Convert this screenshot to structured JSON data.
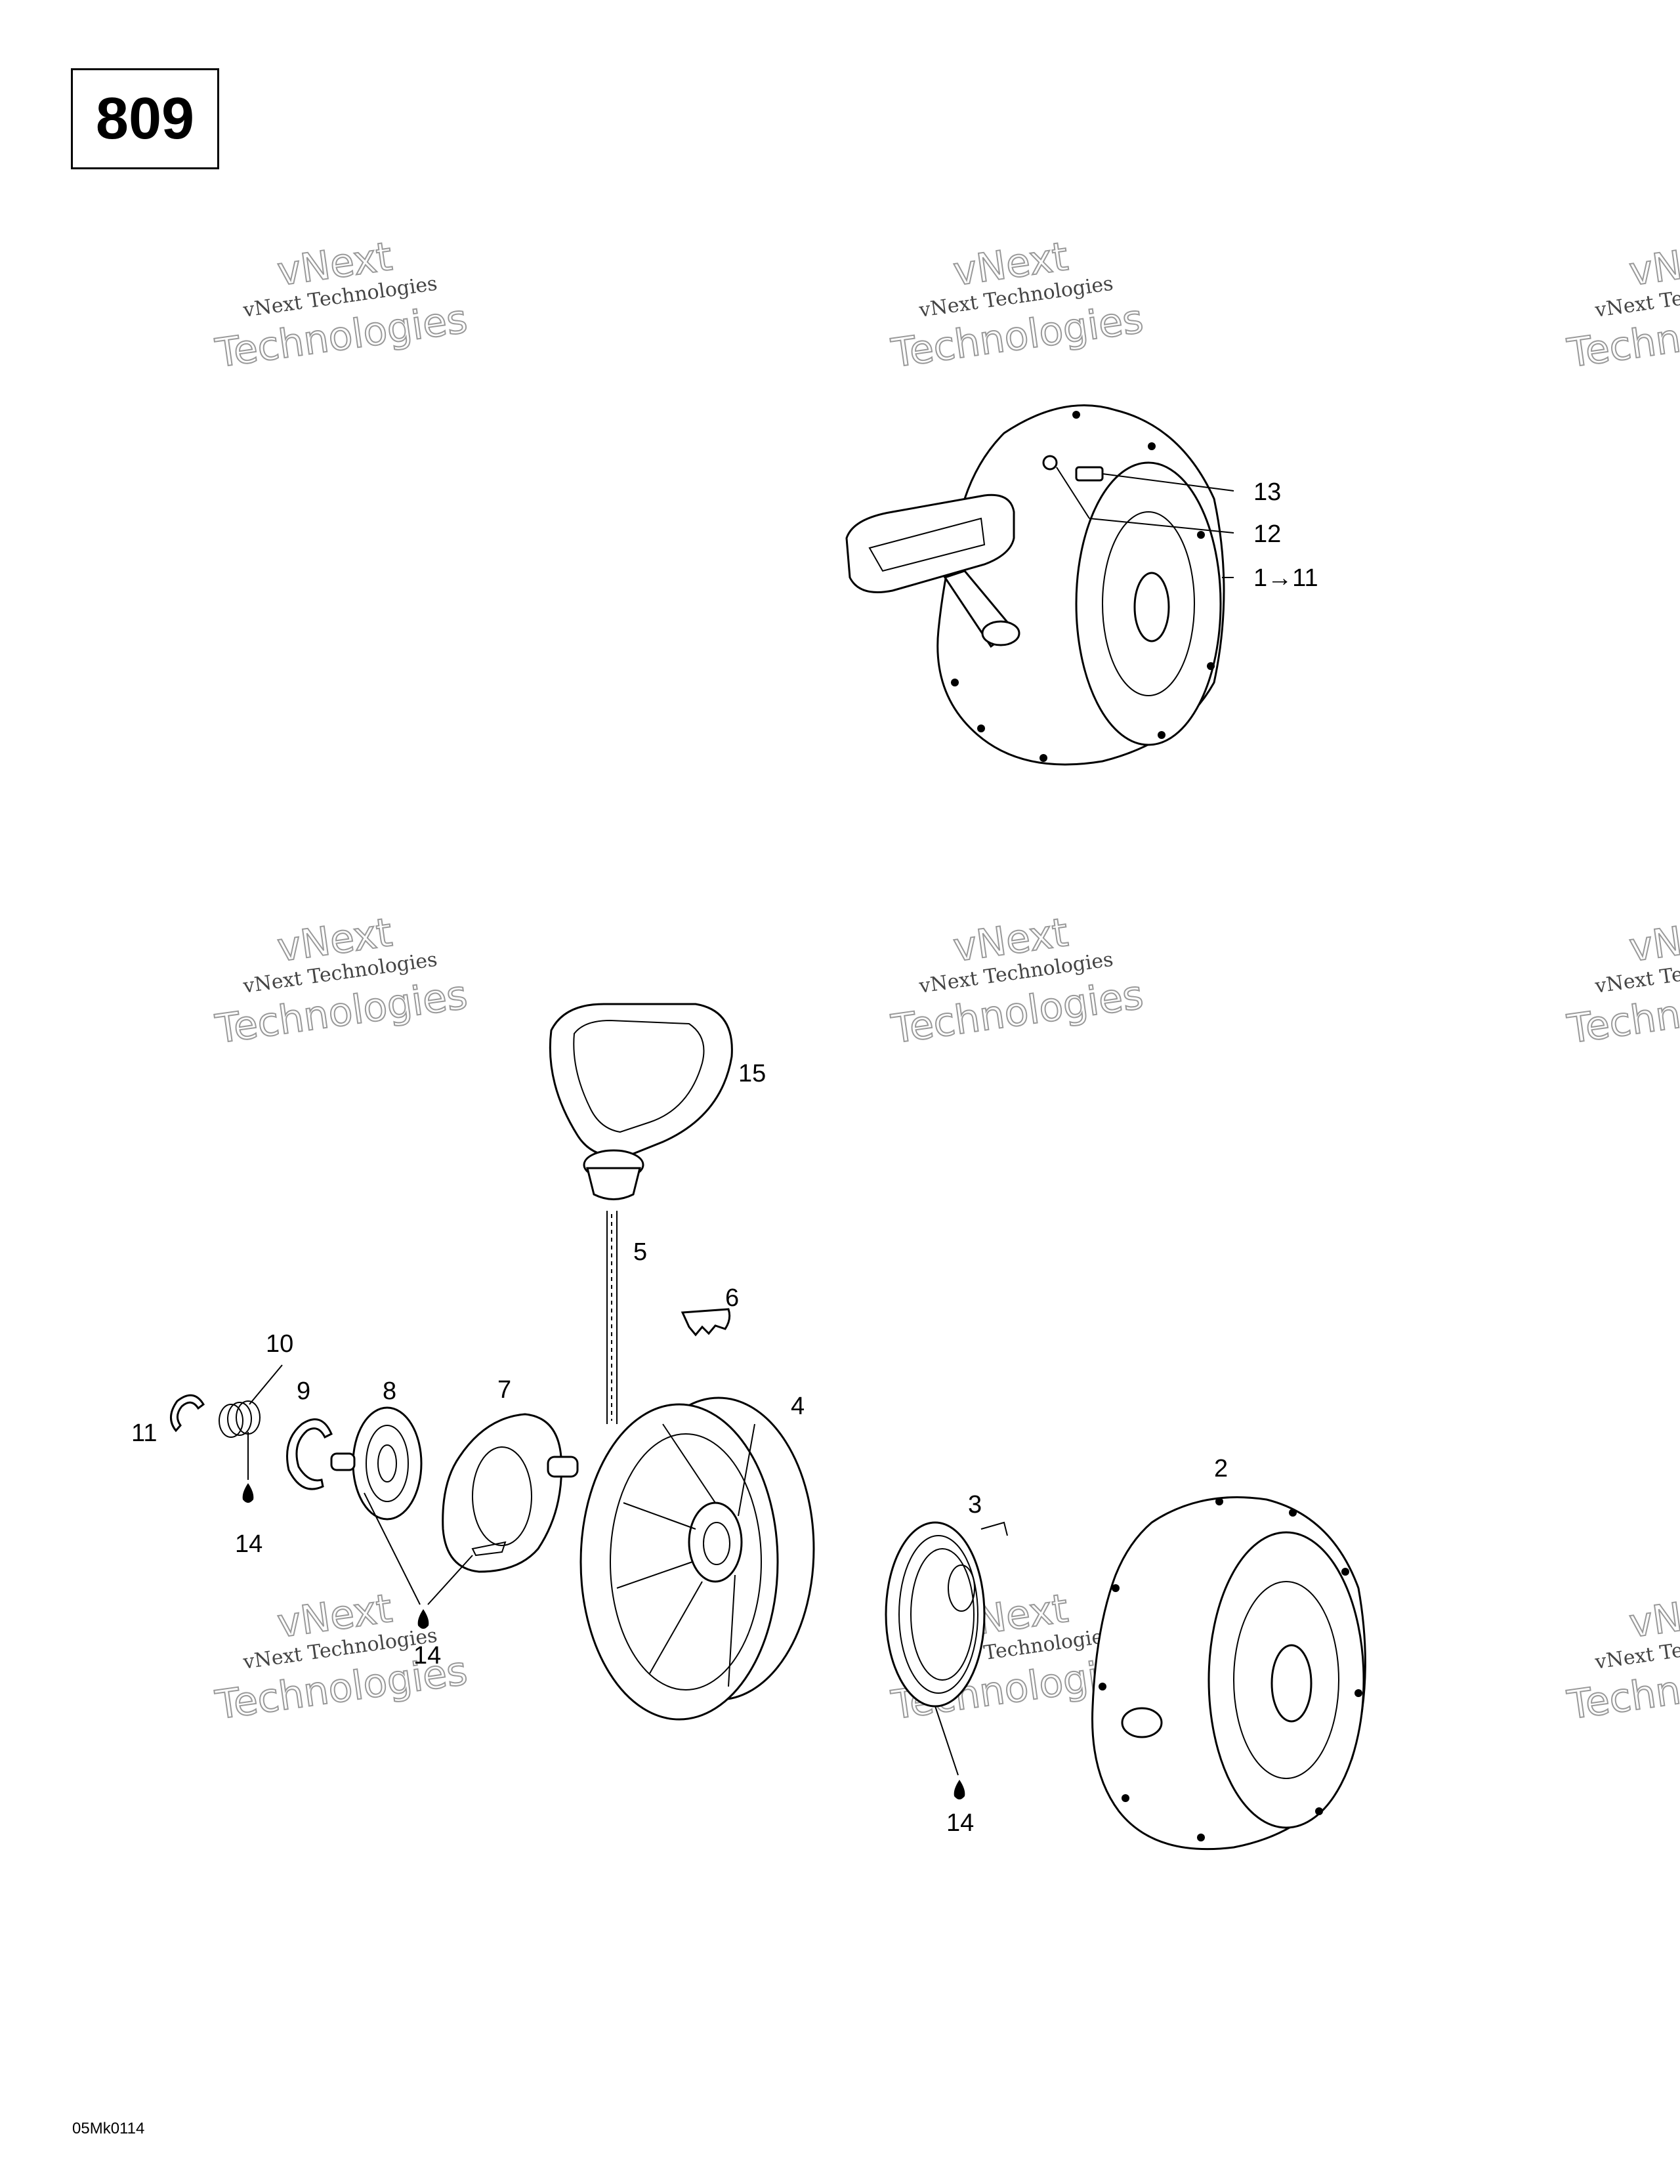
{
  "diagram_number": "809",
  "drawing_code": "05Mk0114",
  "watermark": {
    "line1": "vNext",
    "line2": "vNext Technologies",
    "line3": "Technologies"
  },
  "callouts": {
    "c1_11": "1→11",
    "c2": "2",
    "c3": "3",
    "c4": "4",
    "c5": "5",
    "c6": "6",
    "c7": "7",
    "c8": "8",
    "c9": "9",
    "c10": "10",
    "c11": "11",
    "c12": "12",
    "c13": "13",
    "c14": "14",
    "c15": "15"
  }
}
